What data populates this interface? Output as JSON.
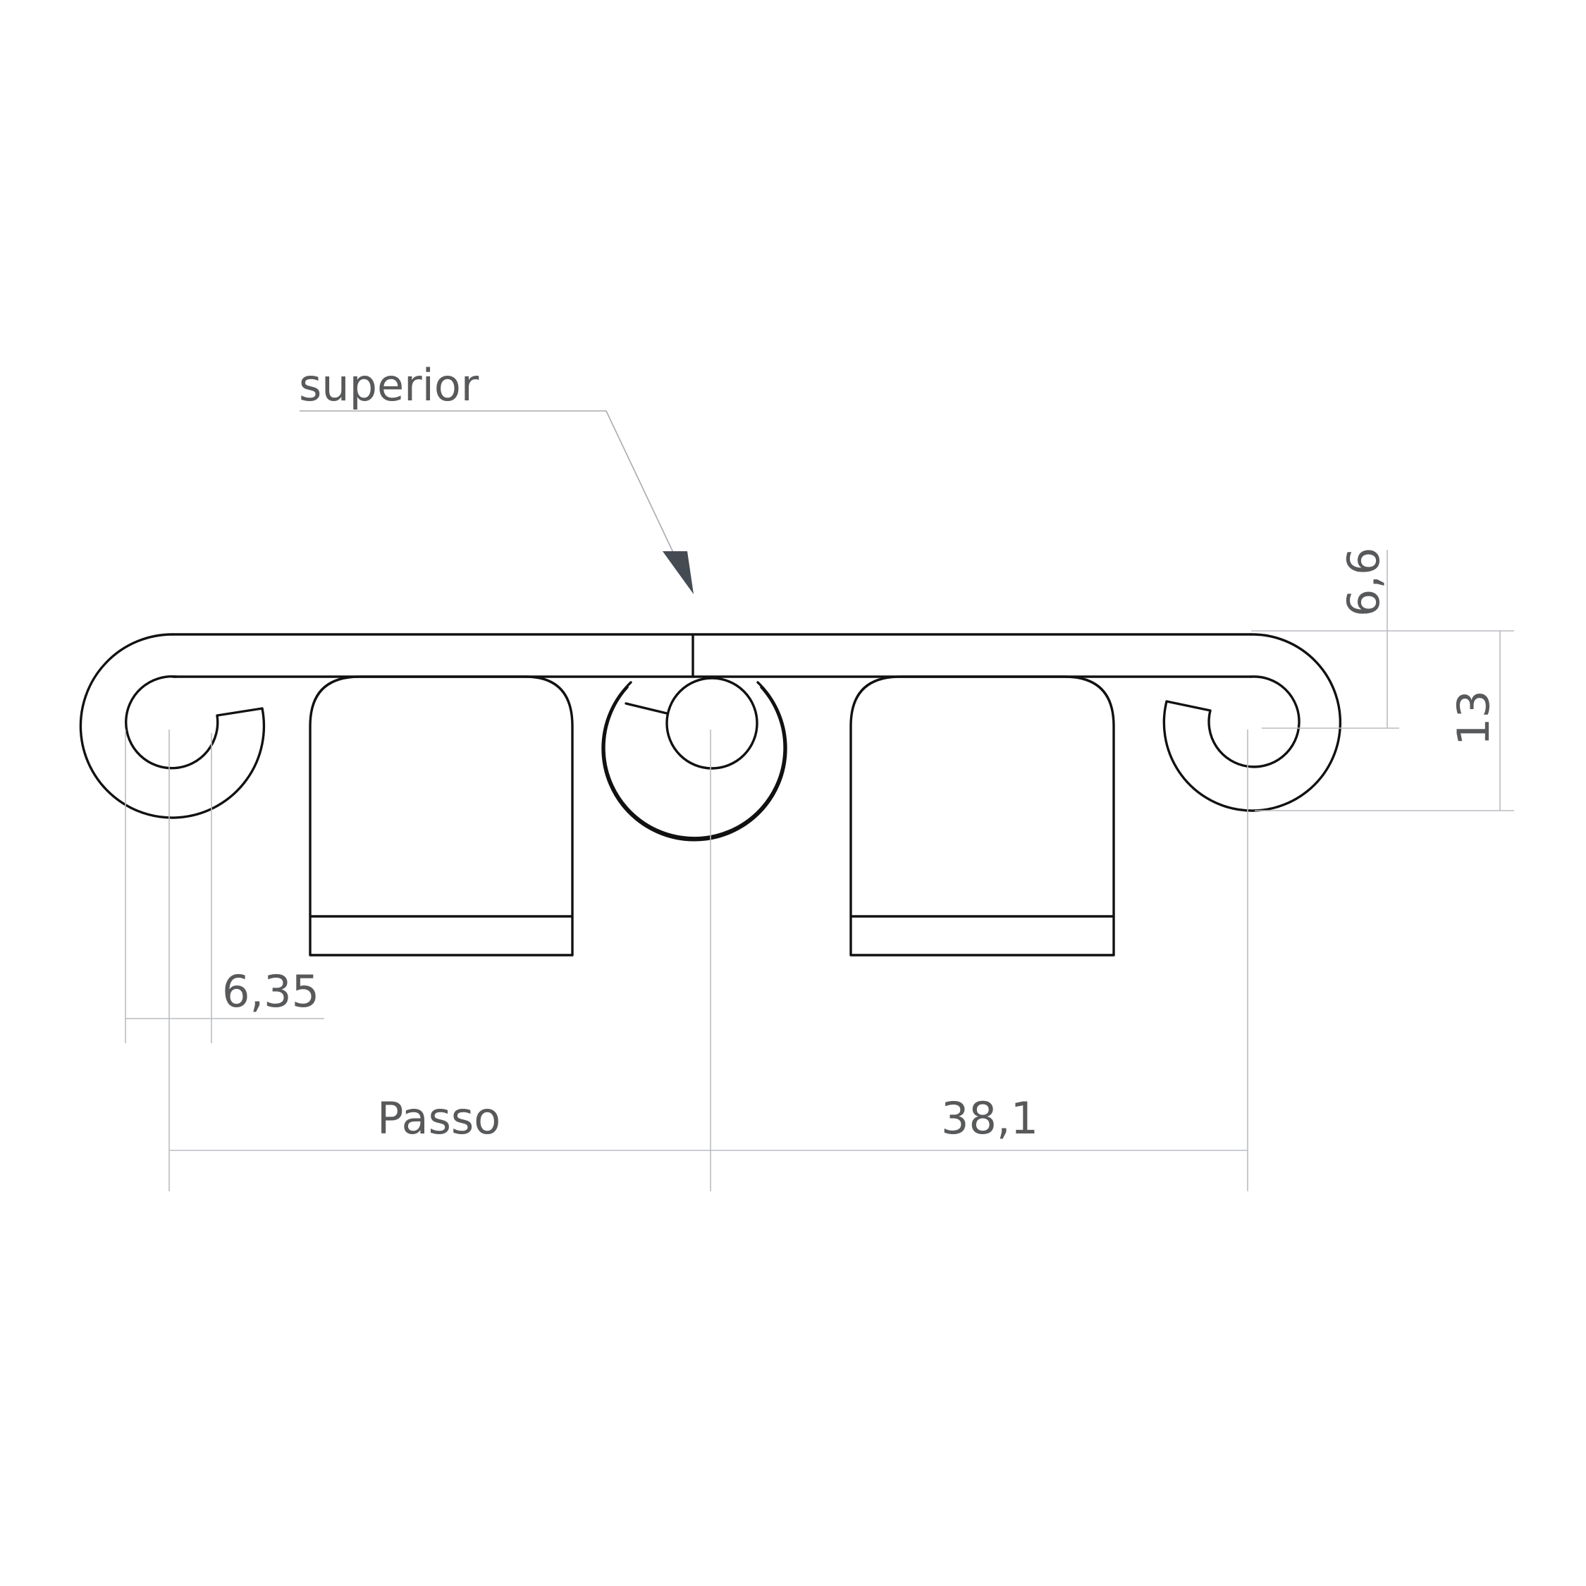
{
  "labels": {
    "top_surface": "superior",
    "pitch_name": "Passo",
    "pitch_value": "38,1",
    "pin_diameter": "6,35",
    "top_thickness": "6,6",
    "total_height": "13"
  },
  "colors": {
    "part_outline": "#111111",
    "dimension_line": "#b9bcc0",
    "label_text": "#58595b",
    "arrow": "#454b52",
    "background": "#ffffff"
  }
}
